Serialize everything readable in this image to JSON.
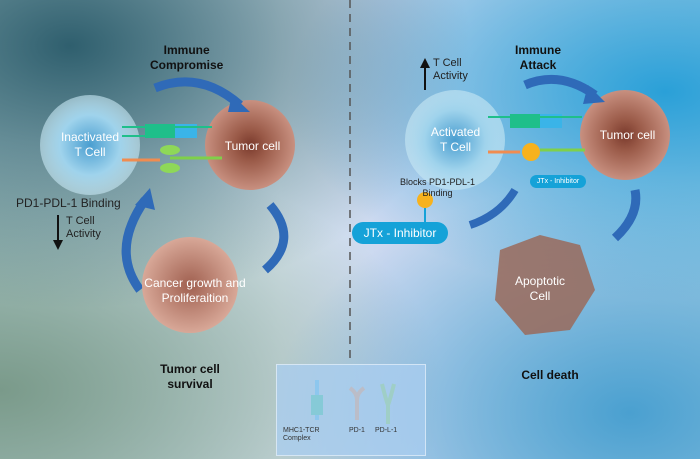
{
  "left": {
    "title": "Immune\nCompromise",
    "tcell": "Inactivated\nT Cell",
    "tumor": "Tumor cell",
    "binding": "PD1-PDL-1 Binding",
    "activity": "T Cell\nActivity",
    "activity_direction": "down",
    "cancer": "Cancer growth and\nProliferaition",
    "outcome": "Tumor cell\nsurvival"
  },
  "right": {
    "title": "Immune\nAttack",
    "activity": "T Cell\nActivity",
    "activity_direction": "up",
    "tcell": "Activated\nT Cell",
    "tumor": "Tumor cell",
    "blocks": "Blocks PD1-PDL-1\nBinding",
    "inhibitor_small": "JTx - Inhibitor",
    "inhibitor": "JTx - Inhibitor",
    "apoptotic": "Apoptotic\nCell",
    "outcome": "Cell death"
  },
  "legend": {
    "items": [
      {
        "label": "MHC1-TCR\nComplex",
        "icon": "mhc1-tcr-icon"
      },
      {
        "label": "PD-1",
        "icon": "pd1-icon"
      },
      {
        "label": "PD-L-1",
        "icon": "pdl1-icon"
      }
    ]
  },
  "colors": {
    "arrow": "#2f6ab8",
    "pill": "#15a2d8",
    "tcr": "#1fbf8a",
    "pd1": "#f08c50",
    "pdl1": "#7fd04a"
  }
}
